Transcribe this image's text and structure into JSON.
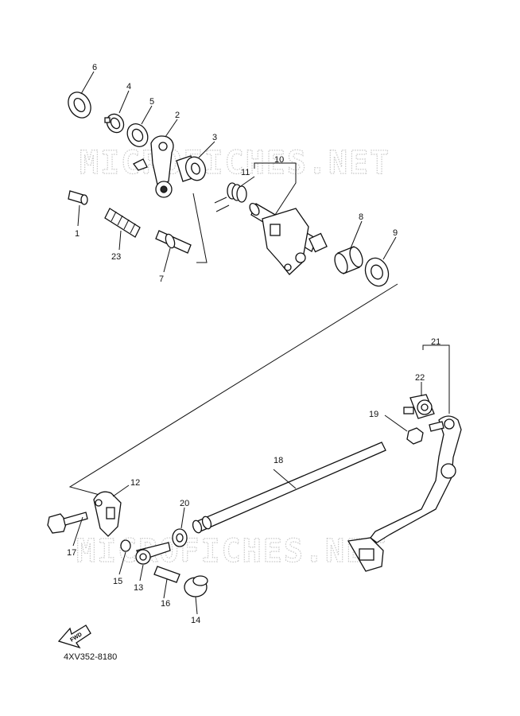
{
  "watermark": "MICROFICHES.NET",
  "diagram_code": "4XV352-8180",
  "fwd_label": "FWD",
  "callouts": [
    {
      "id": "c1",
      "label": "1"
    },
    {
      "id": "c2",
      "label": "2"
    },
    {
      "id": "c3",
      "label": "3"
    },
    {
      "id": "c4",
      "label": "4"
    },
    {
      "id": "c5",
      "label": "5"
    },
    {
      "id": "c6",
      "label": "6"
    },
    {
      "id": "c7",
      "label": "7"
    },
    {
      "id": "c8",
      "label": "8"
    },
    {
      "id": "c9",
      "label": "9"
    },
    {
      "id": "c10",
      "label": "10"
    },
    {
      "id": "c11",
      "label": "11"
    },
    {
      "id": "c12",
      "label": "12"
    },
    {
      "id": "c13",
      "label": "13"
    },
    {
      "id": "c14",
      "label": "14"
    },
    {
      "id": "c15",
      "label": "15"
    },
    {
      "id": "c16",
      "label": "16"
    },
    {
      "id": "c17",
      "label": "17"
    },
    {
      "id": "c18",
      "label": "18"
    },
    {
      "id": "c19",
      "label": "19"
    },
    {
      "id": "c20",
      "label": "20"
    },
    {
      "id": "c21",
      "label": "21"
    },
    {
      "id": "c22",
      "label": "22"
    },
    {
      "id": "c23",
      "label": "23"
    }
  ]
}
